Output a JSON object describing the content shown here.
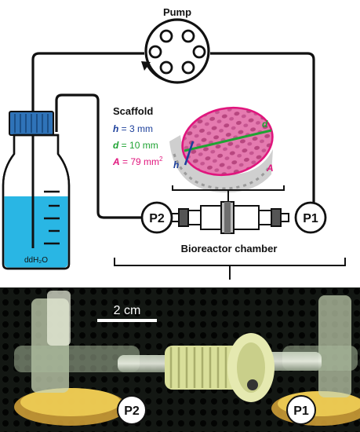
{
  "schematic": {
    "pump_label": "Pump",
    "scaffold_title": "Scaffold",
    "params": [
      {
        "symbol": "h",
        "value": " = 3 mm",
        "color": "#1c3f9b"
      },
      {
        "symbol": "d",
        "value": " = 10 mm",
        "color": "#1fa333"
      },
      {
        "symbol": "A",
        "value": " = 79 mm",
        "sup": "2",
        "color": "#e0157d"
      }
    ],
    "scaffold_dims": {
      "h": "h",
      "d": "d",
      "A": "A"
    },
    "sensor_left": "P2",
    "sensor_right": "P1",
    "chamber_label": "Bioreactor chamber",
    "reservoir_label": "ddH₂O"
  },
  "photo": {
    "scale_bar": "2 cm",
    "sensor_left": "P2",
    "sensor_right": "P1"
  },
  "colors": {
    "line": "#111111",
    "water": "#29b6e4",
    "cap": "#2f73b8",
    "scaffold": "#e57bb0",
    "ellipse": "#e0157d",
    "photo_bg": "#121612",
    "chamber_yellow": "#d9df9a"
  }
}
